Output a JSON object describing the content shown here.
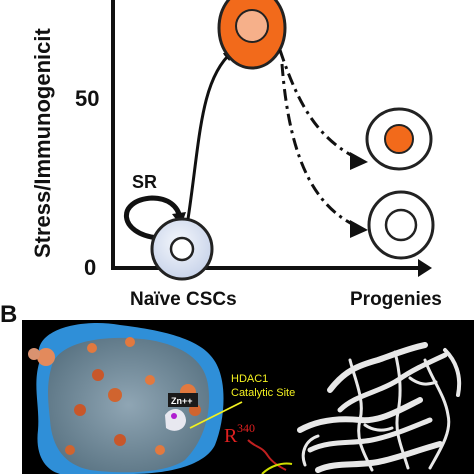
{
  "panel_a": {
    "y_axis_label": "Stress/Immunogenicit",
    "y_ticks": [
      "50",
      "0"
    ],
    "loop_label": "SR",
    "x_labels": {
      "left": "Naïve CSCs",
      "right": "Progenies"
    }
  },
  "panel_b": {
    "panel_letter": "B",
    "site_label_line1": "HDAC1",
    "site_label_line2": "Catalytic Site",
    "zinc_label": "Zn++",
    "residue_letter": "R",
    "residue_number": "340"
  },
  "colors": {
    "orange": "#f26a1b",
    "light_orange": "#f6b08a",
    "naive_fill": "#dfe6f2",
    "naive_stroke": "#222222",
    "axis": "#111111",
    "surface_blue": "#2f8fd8",
    "label_yellow": "#f2f020",
    "residue_red": "#e02020"
  }
}
